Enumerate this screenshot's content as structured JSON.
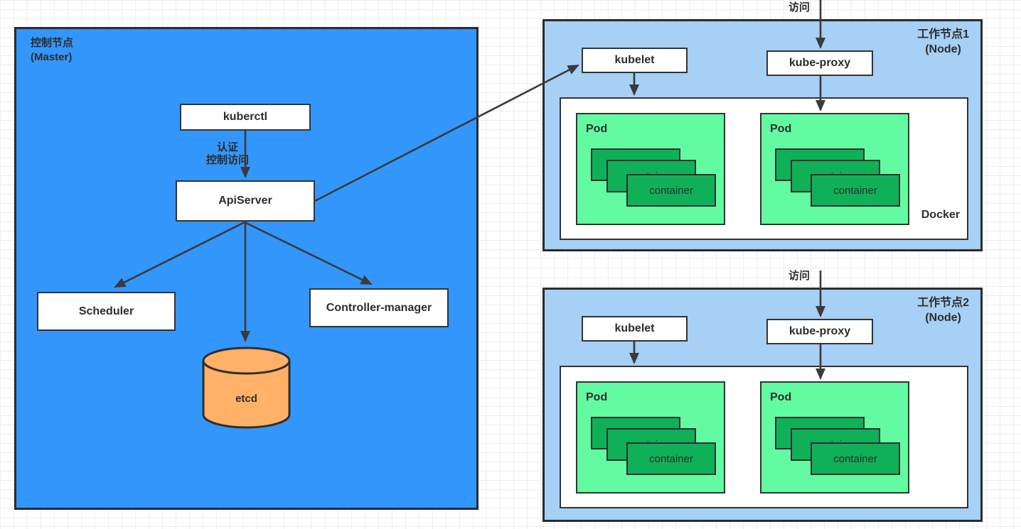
{
  "master": {
    "title_line1": "控制节点",
    "title_line2": "(Master)",
    "kuberctl": "kuberctl",
    "auth_label_line1": "认证",
    "auth_label_line2": "控制访问",
    "apiserver": "ApiServer",
    "scheduler": "Scheduler",
    "controller_manager": "Controller-manager",
    "etcd": "etcd"
  },
  "node1": {
    "title_line1": "工作节点1",
    "title_line2": "(Node)",
    "visit_label": "访问",
    "kubelet": "kubelet",
    "kube_proxy": "kube-proxy",
    "docker_label": "Docker",
    "pods": [
      {
        "label": "Pod",
        "containers": [
          "container",
          "container",
          "container"
        ]
      },
      {
        "label": "Pod",
        "containers": [
          "container",
          "container",
          "container"
        ]
      }
    ]
  },
  "node2": {
    "title_line1": "工作节点2",
    "title_line2": "(Node)",
    "visit_label": "访问",
    "kubelet": "kubelet",
    "kube_proxy": "kube-proxy",
    "pods": [
      {
        "label": "Pod",
        "containers": [
          "container",
          "container",
          "container"
        ]
      },
      {
        "label": "Pod",
        "containers": [
          "container",
          "container",
          "container"
        ]
      }
    ]
  },
  "colors": {
    "master-fill": "#3396fb",
    "node-fill": "#a6d0f5",
    "pod-fill": "#63fba1",
    "container-fill": "#10b058",
    "etcd-fill": "#ffb168",
    "arrow": "#3a3a3a"
  }
}
